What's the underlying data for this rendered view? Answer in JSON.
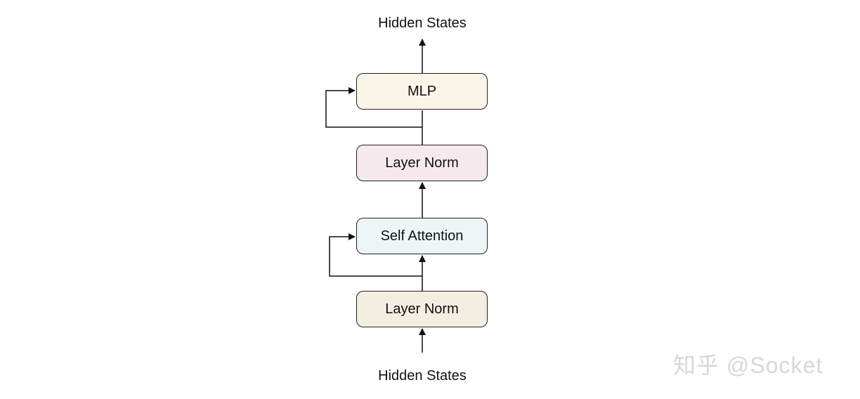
{
  "diagram": {
    "output_label": "Hidden States",
    "input_label": "Hidden States",
    "nodes": {
      "mlp": "MLP",
      "layer_norm_2": "Layer Norm",
      "self_attention": "Self Attention",
      "layer_norm_1": "Layer Norm"
    },
    "colors": {
      "mlp_fill": "#fbf4e8",
      "layer_norm_2_fill": "#f6e9ee",
      "self_attention_fill": "#eef5f6",
      "layer_norm_1_fill": "#f3ede2",
      "stroke": "#222222"
    }
  },
  "watermark": {
    "text": "知乎 @Socket"
  }
}
